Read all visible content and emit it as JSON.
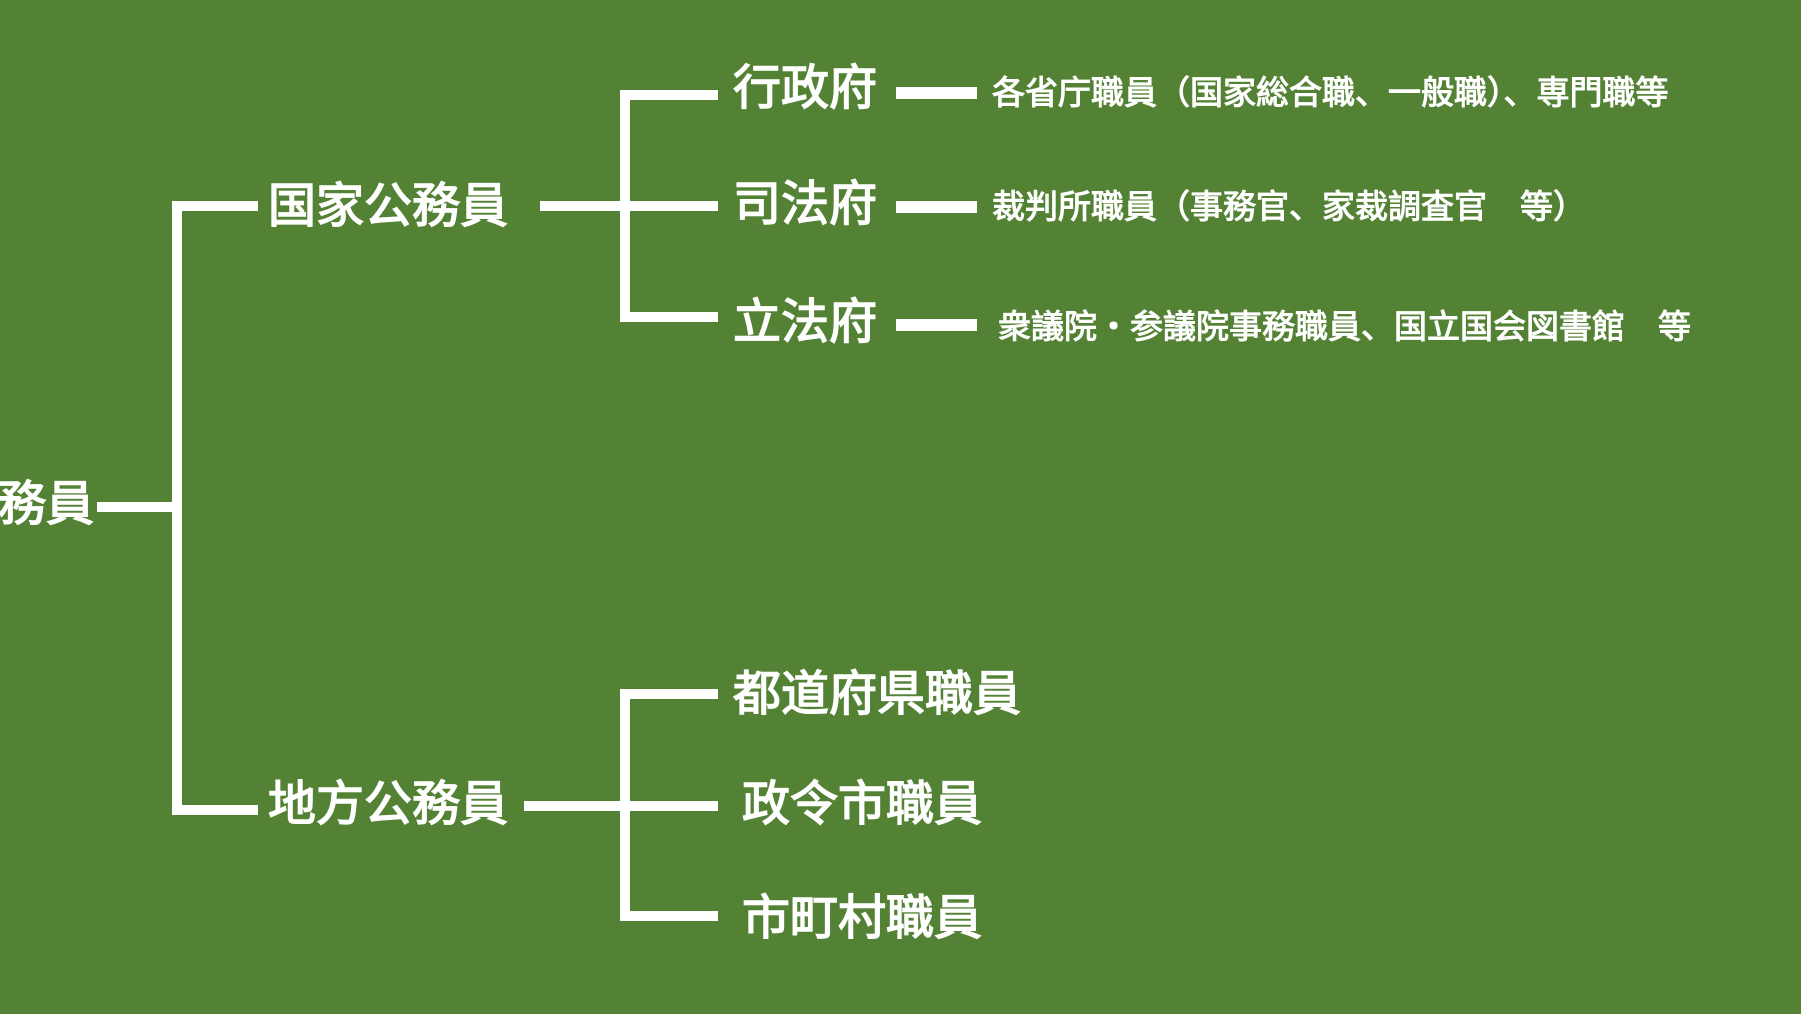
{
  "background_color": "#548235",
  "line_color": "#ffffff",
  "root": {
    "label": "務員"
  },
  "national": {
    "label": "国家公務員",
    "branches": [
      {
        "label": "行政府",
        "detail": "各省庁職員（国家総合職、一般職）、専門職等"
      },
      {
        "label": "司法府",
        "detail": "裁判所職員（事務官、家裁調査官　等）"
      },
      {
        "label": "立法府",
        "detail": "衆議院・参議院事務職員、国立国会図書館　等"
      }
    ]
  },
  "local": {
    "label": "地方公務員",
    "branches": [
      {
        "label": "都道府県職員"
      },
      {
        "label": "政令市職員"
      },
      {
        "label": "市町村職員"
      }
    ]
  }
}
